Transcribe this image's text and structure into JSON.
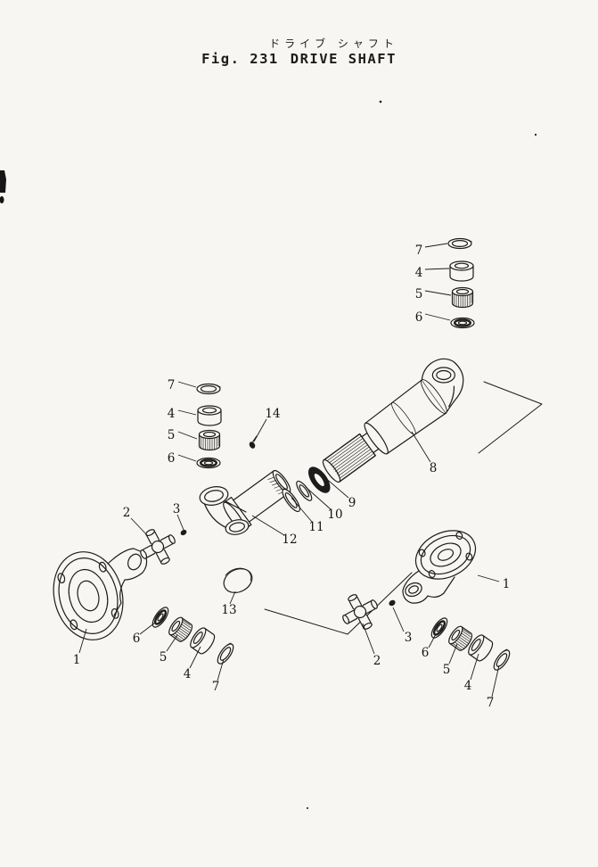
{
  "header": {
    "title_jp": "ドライブ シャフト",
    "fig_label": "Fig. 231",
    "title_en": "DRIVE SHAFT"
  },
  "callouts": [
    {
      "label": "7"
    },
    {
      "label": "4"
    },
    {
      "label": "5"
    },
    {
      "label": "6"
    },
    {
      "label": "7"
    },
    {
      "label": "4"
    },
    {
      "label": "5"
    },
    {
      "label": "6"
    },
    {
      "label": "14"
    },
    {
      "label": "8"
    },
    {
      "label": "9"
    },
    {
      "label": "10"
    },
    {
      "label": "11"
    },
    {
      "label": "12"
    },
    {
      "label": "13"
    },
    {
      "label": "2"
    },
    {
      "label": "3"
    },
    {
      "label": "1"
    },
    {
      "label": "6"
    },
    {
      "label": "5"
    },
    {
      "label": "4"
    },
    {
      "label": "7"
    },
    {
      "label": "1"
    },
    {
      "label": "2"
    },
    {
      "label": "3"
    },
    {
      "label": "6"
    },
    {
      "label": "5"
    },
    {
      "label": "4"
    },
    {
      "label": "7"
    }
  ]
}
